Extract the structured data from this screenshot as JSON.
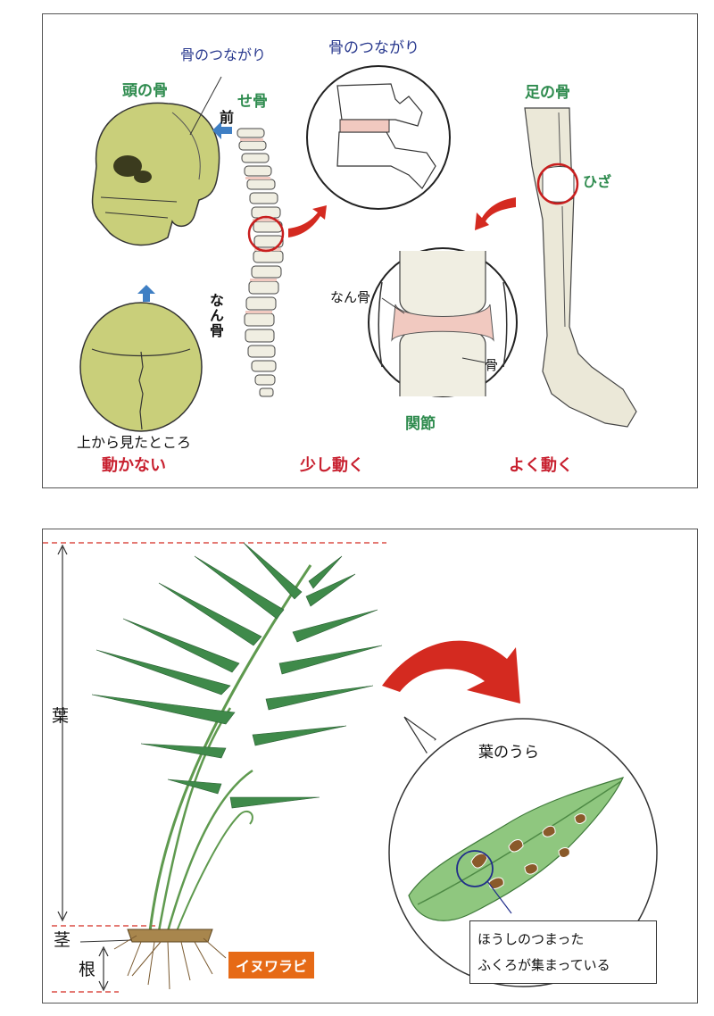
{
  "top_panel": {
    "skull_label": "頭の骨",
    "bone_connection_label_1": "骨のつながり",
    "spine_label": "せ骨",
    "front_label": "前",
    "cartilage_label_vertical": "なん骨",
    "bone_connection_label_2": "骨のつながり",
    "leg_bone_label": "足の骨",
    "knee_label": "ひざ",
    "joint_cartilage_label": "なん骨",
    "joint_bone_label": "骨",
    "joint_label": "関節",
    "top_view_caption": "上から見たところ",
    "movement": [
      "動かない",
      "少し動く",
      "よく動く"
    ]
  },
  "bottom_panel": {
    "leaf_label": "葉",
    "stem_label": "茎",
    "root_label": "根",
    "plant_name": "イヌワラビ",
    "leaf_back_label": "葉のうら",
    "spore_note_line1": "ほうしのつまった",
    "spore_note_line2": "ふくろが集まっている"
  },
  "colors": {
    "label_green": "#2e8b4e",
    "label_navy": "#2a3a8f",
    "movement_red": "#c8202f",
    "arrow_red": "#d42a20",
    "highlight_circle": "#c81e1e",
    "arrow_blue": "#3f7fc4",
    "tag_orange": "#e66a16",
    "fern_green": "#3f8a4a",
    "bone_yellow": "#c9cf7a"
  }
}
